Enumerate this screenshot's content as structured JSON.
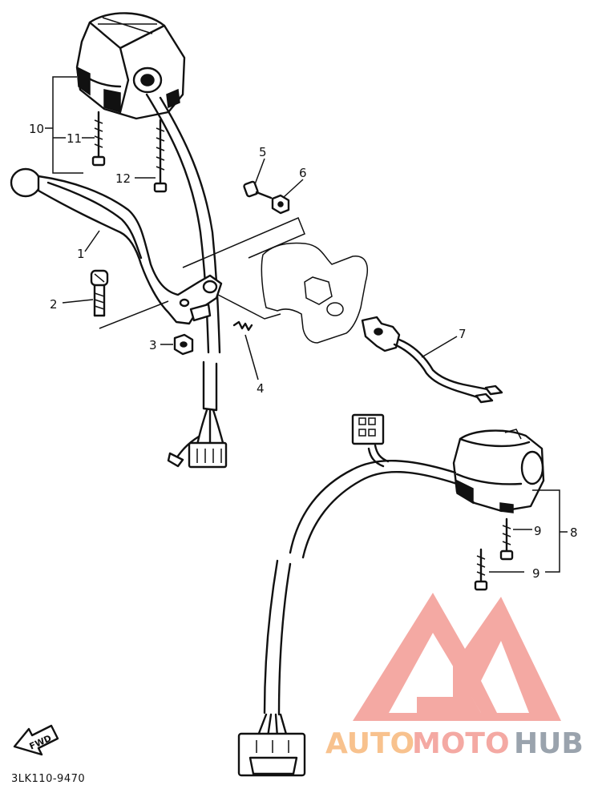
{
  "diagram": {
    "callouts": [
      {
        "id": "1",
        "label": "1"
      },
      {
        "id": "2",
        "label": "2"
      },
      {
        "id": "3",
        "label": "3"
      },
      {
        "id": "4",
        "label": "4"
      },
      {
        "id": "5",
        "label": "5"
      },
      {
        "id": "6",
        "label": "6"
      },
      {
        "id": "7",
        "label": "7"
      },
      {
        "id": "8",
        "label": "8"
      },
      {
        "id": "9a",
        "label": "9"
      },
      {
        "id": "9b",
        "label": "9"
      },
      {
        "id": "10",
        "label": "10"
      },
      {
        "id": "11",
        "label": "11"
      },
      {
        "id": "12",
        "label": "12"
      }
    ],
    "direction_label": "FWD",
    "catalog_code": "3LK110-9470"
  },
  "watermark": {
    "text_a": "AUTO",
    "text_b": "MOTO",
    "text_c": "HUB",
    "color_primary": "#f4a9a3",
    "color_secondary": "#f8c28e",
    "color_tertiary": "#9aa3ad"
  }
}
